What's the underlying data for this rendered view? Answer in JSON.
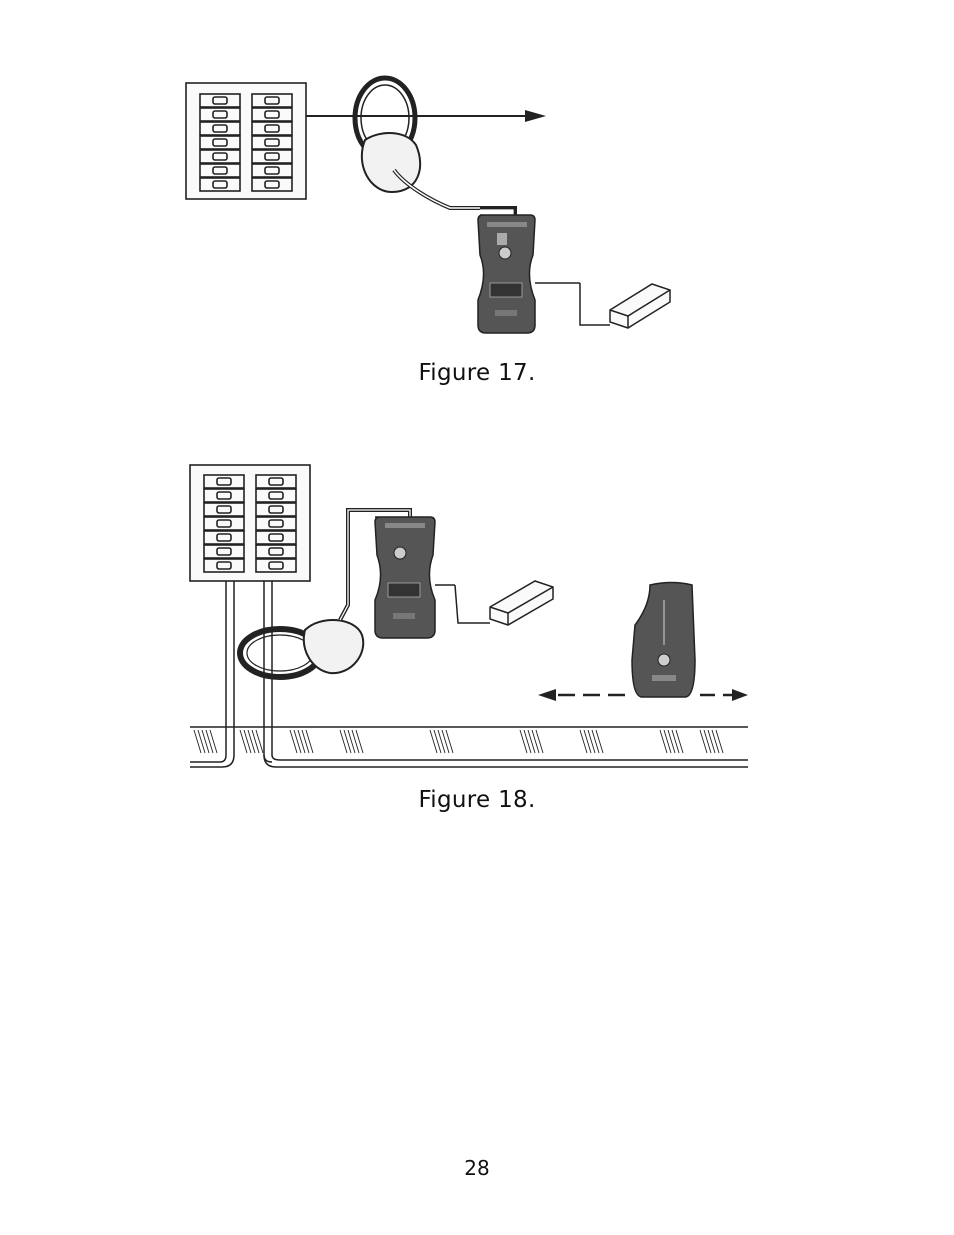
{
  "figures": [
    {
      "caption": "Figure 17."
    },
    {
      "caption": "Figure 18."
    }
  ],
  "page": {
    "number": "28"
  }
}
